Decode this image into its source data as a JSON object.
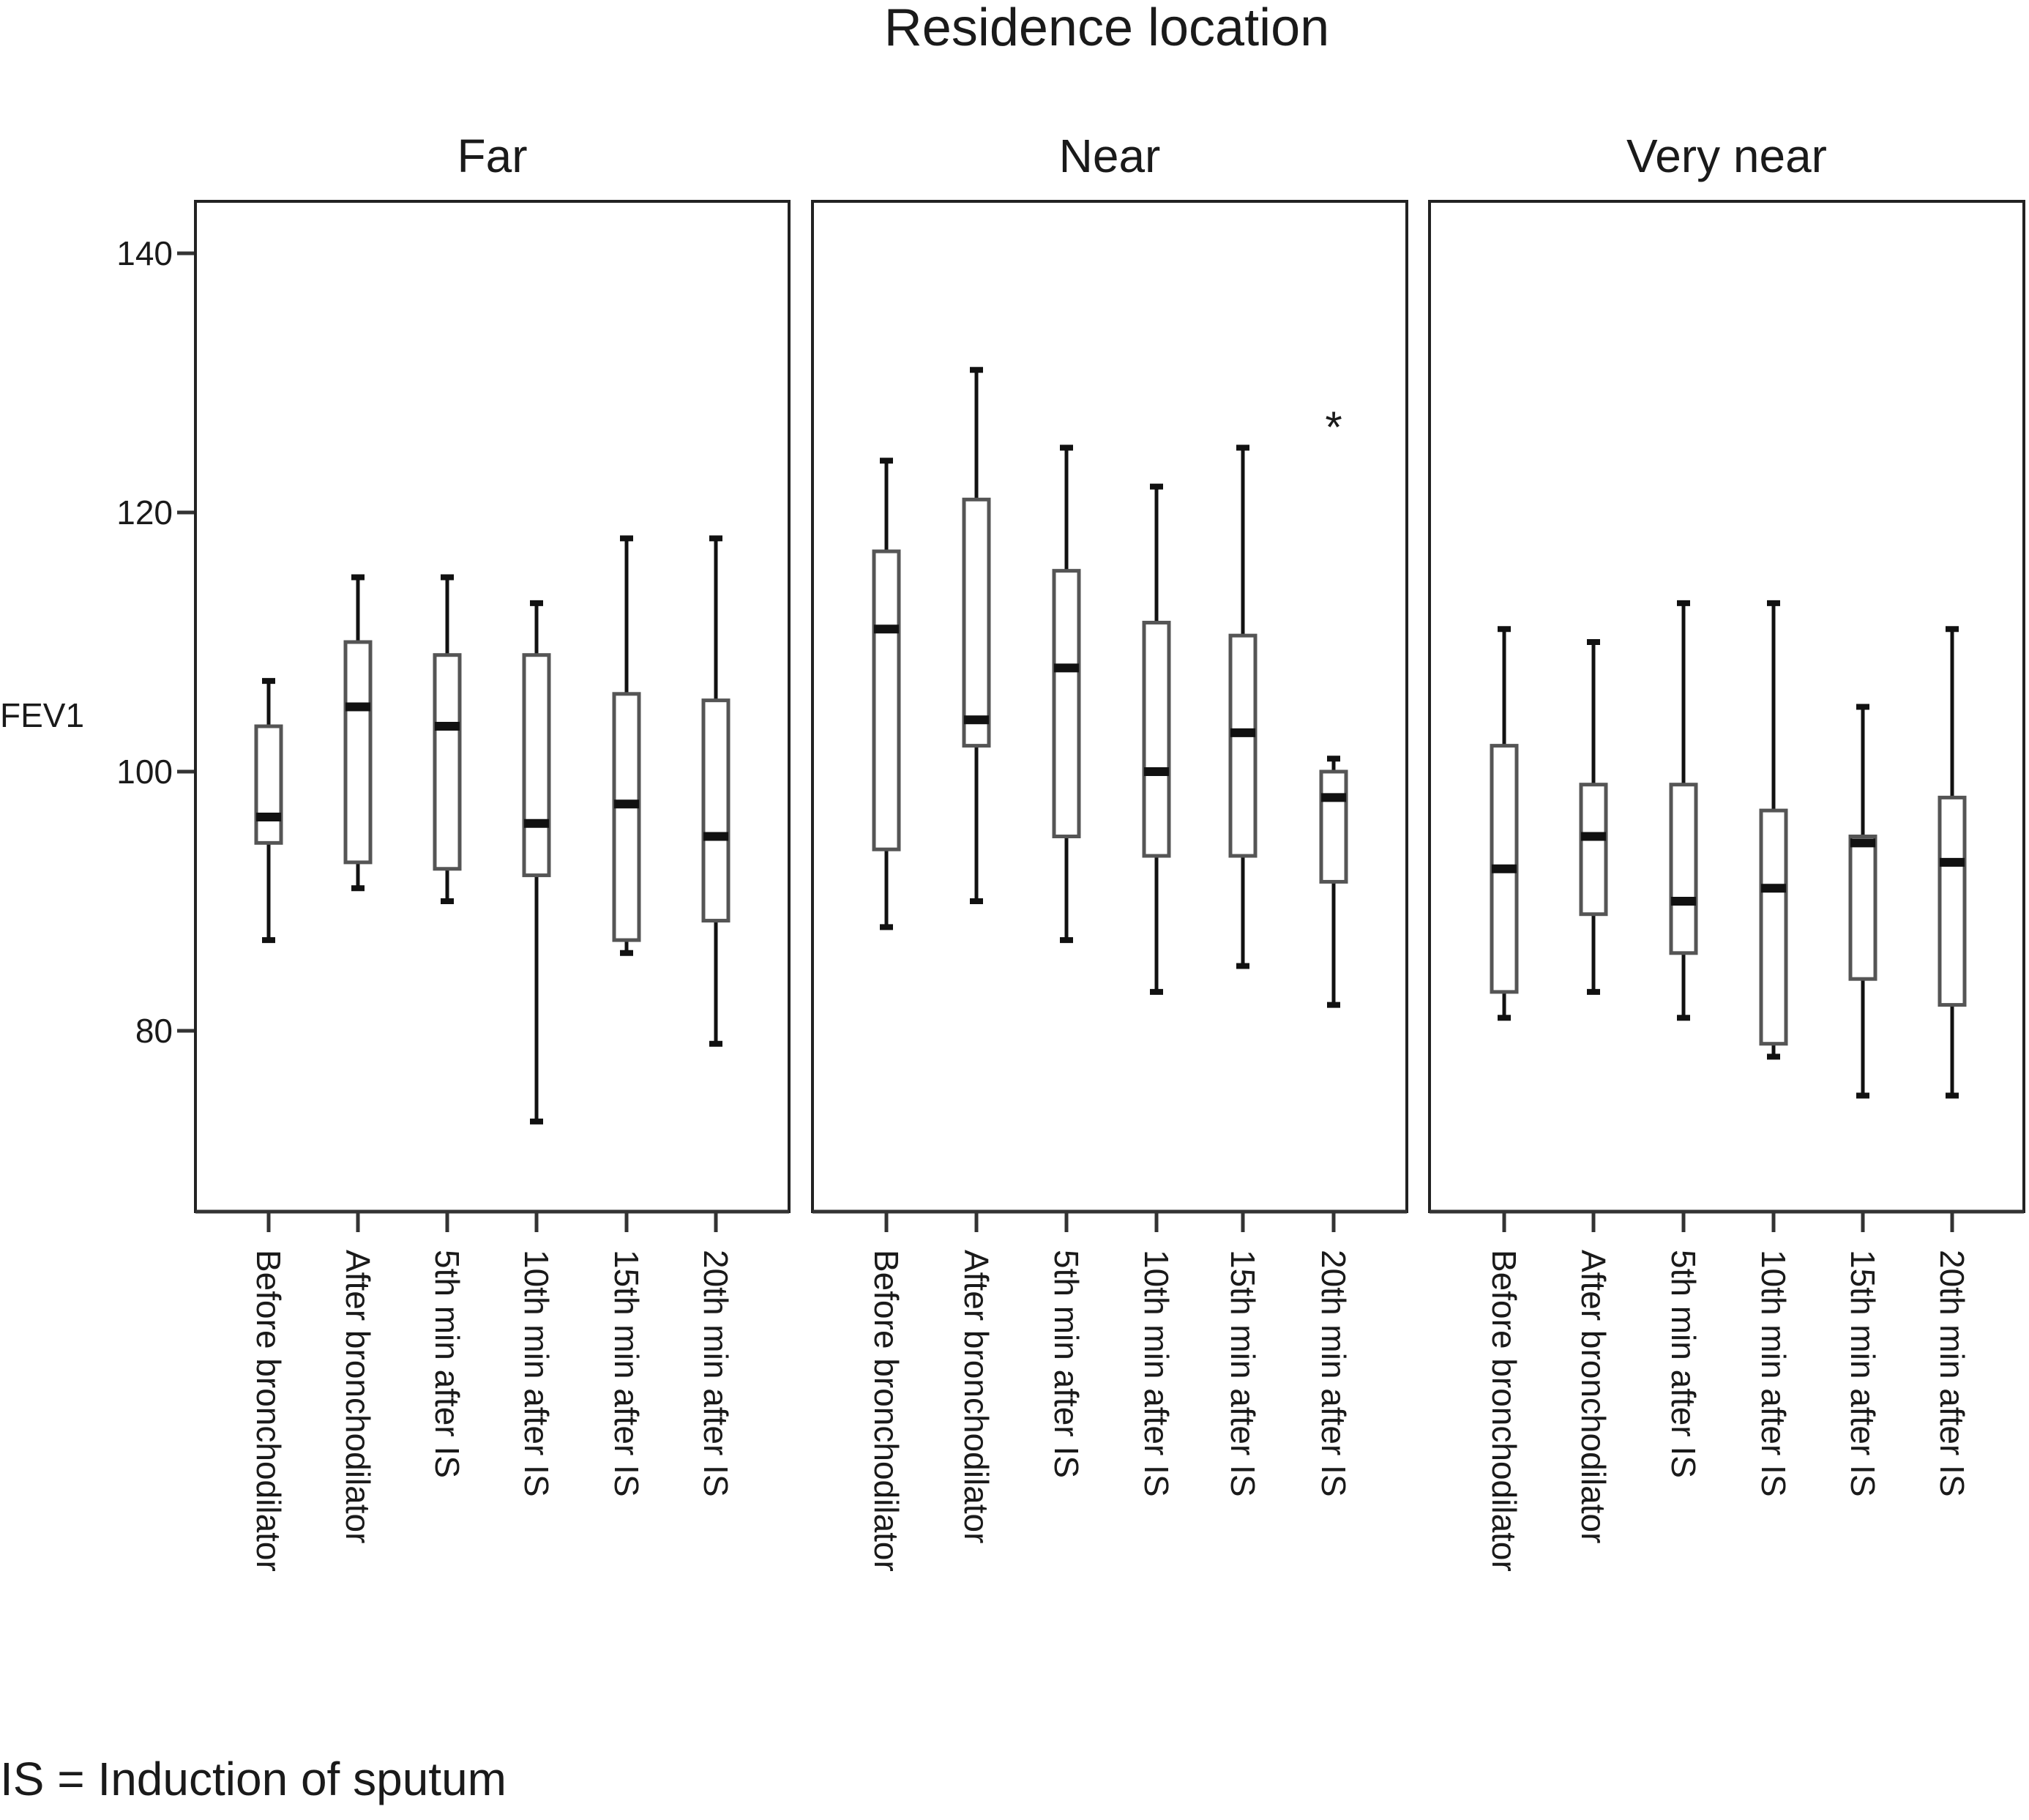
{
  "chart_data": {
    "type": "boxplot",
    "title": "Residence location",
    "ylabel": "FEV1",
    "ylim": [
      66,
      144
    ],
    "yticks": [
      80,
      100,
      120,
      140
    ],
    "categories": [
      "Before bronchodilator",
      "After bronchodilator",
      "5th min after IS",
      "10th min after IS",
      "15th min after IS",
      "20th min after IS"
    ],
    "panels": [
      {
        "name": "Far",
        "boxes": [
          {
            "min": 87,
            "q1": 94.5,
            "median": 96.5,
            "q3": 103.5,
            "max": 107
          },
          {
            "min": 91,
            "q1": 93,
            "median": 105,
            "q3": 110,
            "max": 115
          },
          {
            "min": 90,
            "q1": 92.5,
            "median": 103.5,
            "q3": 109,
            "max": 115
          },
          {
            "min": 73,
            "q1": 92,
            "median": 96,
            "q3": 109,
            "max": 113
          },
          {
            "min": 86,
            "q1": 87,
            "median": 97.5,
            "q3": 106,
            "max": 118
          },
          {
            "min": 79,
            "q1": 88.5,
            "median": 95,
            "q3": 105.5,
            "max": 118
          }
        ],
        "outliers": []
      },
      {
        "name": "Near",
        "boxes": [
          {
            "min": 88,
            "q1": 94,
            "median": 111,
            "q3": 117,
            "max": 124
          },
          {
            "min": 90,
            "q1": 102,
            "median": 104,
            "q3": 121,
            "max": 131
          },
          {
            "min": 87,
            "q1": 95,
            "median": 108,
            "q3": 115.5,
            "max": 125
          },
          {
            "min": 83,
            "q1": 93.5,
            "median": 100,
            "q3": 111.5,
            "max": 122
          },
          {
            "min": 85,
            "q1": 93.5,
            "median": 103,
            "q3": 110.5,
            "max": 125
          },
          {
            "min": 82,
            "q1": 91.5,
            "median": 98,
            "q3": 100,
            "max": 101
          }
        ],
        "outliers": [
          {
            "category": 5,
            "value": 127,
            "symbol": "*"
          }
        ]
      },
      {
        "name": "Very near",
        "boxes": [
          {
            "min": 81,
            "q1": 83,
            "median": 92.5,
            "q3": 102,
            "max": 111
          },
          {
            "min": 83,
            "q1": 89,
            "median": 95,
            "q3": 99,
            "max": 110
          },
          {
            "min": 81,
            "q1": 86,
            "median": 90,
            "q3": 99,
            "max": 113
          },
          {
            "min": 78,
            "q1": 79,
            "median": 91,
            "q3": 97,
            "max": 113
          },
          {
            "min": 75,
            "q1": 84,
            "median": 94.5,
            "q3": 95,
            "max": 105
          },
          {
            "min": 75,
            "q1": 82,
            "median": 93,
            "q3": 98,
            "max": 111
          }
        ],
        "outliers": []
      }
    ]
  },
  "footnote": "IS = Induction of sputum"
}
